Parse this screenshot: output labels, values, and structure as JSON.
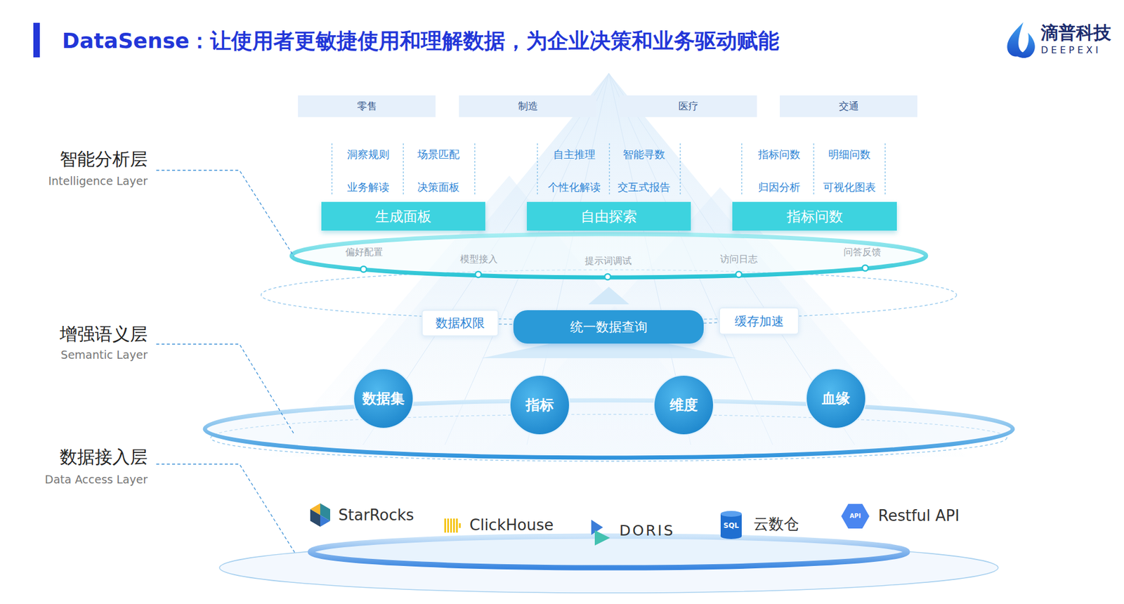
{
  "diagram": {
    "title": "DataSense：让使用者更敏捷使用和理解数据，为企业决策和业务驱动赋能",
    "nodes": [
      {
        "text": [
          "零售"
        ]
      },
      {
        "text": [
          "制造"
        ]
      },
      {
        "text": [
          "医疗"
        ]
      },
      {
        "text": [
          "交通"
        ]
      },
      {
        "text": [
          "生成面板"
        ]
      },
      {
        "text": [
          "自由探索"
        ]
      },
      {
        "text": [
          "指标问数"
        ]
      },
      {
        "text": [
          "数据权限"
        ]
      },
      {
        "text": [
          "统一数据查询"
        ]
      },
      {
        "text": [
          "缓存加速"
        ]
      },
      {
        "text": [
          "数据集"
        ]
      },
      {
        "text": [
          "指标"
        ]
      },
      {
        "text": [
          "维度"
        ]
      },
      {
        "text": [
          "血缘"
        ]
      }
    ],
    "edges": [
      {
        "from": 7,
        "to": 8,
        "arrow": "none"
      },
      {
        "from": 8,
        "to": 9,
        "arrow": "none"
      }
    ],
    "labels": [
      "滴普科技",
      "DEEPEXI",
      "智能分析层",
      "Intelligence Layer",
      "增强语义层",
      "Semantic Layer",
      "数据接入层",
      "Data Access Layer",
      "洞察规则",
      "场景匹配",
      "业务解读",
      "决策面板",
      "自主推理",
      "智能寻数",
      "个性化解读",
      "交互式报告",
      "指标问数",
      "明细问数",
      "归因分析",
      "可视化图表",
      "偏好配置",
      "模型接入",
      "提示词调试",
      "访问日志",
      "问答反馈",
      "StarRocks",
      "ClickHouse",
      "DORIS",
      "SQL",
      "云数仓",
      "API",
      "Restful API"
    ]
  }
}
